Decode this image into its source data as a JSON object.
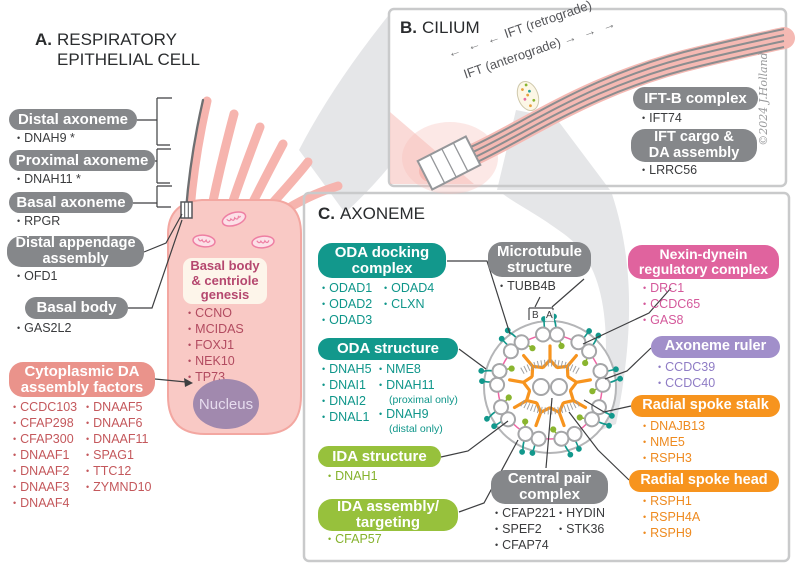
{
  "panelA": {
    "letter": "A.",
    "title_line1": "RESPIRATORY",
    "title_line2": "EPITHELIAL CELL",
    "pills": {
      "distal": "Distal axoneme",
      "proximal": "Proximal axoneme",
      "basal_ax": "Basal axoneme",
      "appendage": "Distal appendage\nassembly",
      "basal_body": "Basal body",
      "cyto": "Cytoplasmic DA\nassembly factors"
    },
    "genes": {
      "distal": [
        "DNAH9 *"
      ],
      "proximal": [
        "DNAH11 *"
      ],
      "basal_ax": [
        "RPGR"
      ],
      "appendage": [
        "OFD1"
      ],
      "basal_body": [
        "GAS2L2"
      ],
      "cyto_col1": [
        "CCDC103",
        "CFAP298",
        "CFAP300",
        "DNAAF1",
        "DNAAF2",
        "DNAAF3",
        "DNAAF4"
      ],
      "cyto_col2": [
        "DNAAF5",
        "DNAAF6",
        "DNAAF11",
        "SPAG1",
        "TTC12",
        "ZYMND10"
      ]
    },
    "cell": {
      "genesis_label": "Basal body\n& centriole\ngenesis",
      "genesis_genes": [
        "CCNO",
        "MCIDAS",
        "FOXJ1",
        "NEK10",
        "TP73"
      ],
      "nucleus": "Nucleus"
    }
  },
  "panelB": {
    "letter": "B.",
    "title": "CILIUM",
    "retro_arrows": "← ← ←",
    "retro_label": "IFT (retrograde)",
    "antero_label": "IFT (anterograde)",
    "antero_arrows": "→ → →",
    "pills": {
      "iftb": "IFT-B complex",
      "cargo": "IFT cargo &\nDA assembly"
    },
    "genes": {
      "iftb": [
        "IFT74"
      ],
      "cargo": [
        "LRRC56"
      ]
    },
    "signature": "©2024 J.Holland"
  },
  "panelC": {
    "letter": "C.",
    "title": "AXONEME",
    "oda_docking": {
      "label": "ODA docking\ncomplex",
      "col1": [
        "ODAD1",
        "ODAD2",
        "ODAD3"
      ],
      "col2": [
        "ODAD4",
        "CLXN"
      ]
    },
    "oda_structure": {
      "label": "ODA structure",
      "col1": [
        "DNAH5",
        "DNAI1",
        "DNAI2",
        "DNAL1"
      ],
      "col2": [
        "NME8",
        "DNAH11",
        "DNAH9"
      ],
      "note_proximal": "(proximal only)",
      "note_distal": "(distal only)"
    },
    "ida_structure": {
      "label": "IDA structure",
      "genes": [
        "DNAH1"
      ]
    },
    "ida_assembly": {
      "label": "IDA assembly/\ntargeting",
      "genes": [
        "CFAP57"
      ]
    },
    "microtubule": {
      "label": "Microtubule\nstructure",
      "genes": [
        "TUBB4B"
      ]
    },
    "nexin": {
      "label": "Nexin-dynein\nregulatory complex",
      "genes": [
        "DRC1",
        "CCDC65",
        "GAS8"
      ]
    },
    "ruler": {
      "label": "Axoneme ruler",
      "genes": [
        "CCDC39",
        "CCDC40"
      ]
    },
    "stalk": {
      "label": "Radial spoke stalk",
      "genes": [
        "DNAJB13",
        "NME5",
        "RSPH3"
      ]
    },
    "head": {
      "label": "Radial spoke head",
      "genes": [
        "RSPH1",
        "RSPH4A",
        "RSPH9"
      ]
    },
    "central": {
      "label": "Central pair\ncomplex",
      "col1": [
        "CFAP221",
        "SPEF2",
        "CFAP74"
      ],
      "col2": [
        "HYDIN",
        "STK36"
      ]
    },
    "tubule_b": "B",
    "tubule_a": "A"
  },
  "colors": {
    "label_gray": "#85878a",
    "salmon": "#ea938b",
    "teal": "#12988c",
    "green": "#97c13c",
    "pink": "#e0639e",
    "purple": "#a18fca",
    "orange": "#f7941e",
    "cell_pink": "#f9c9c5",
    "nucleus_purple": "#a189ae"
  }
}
